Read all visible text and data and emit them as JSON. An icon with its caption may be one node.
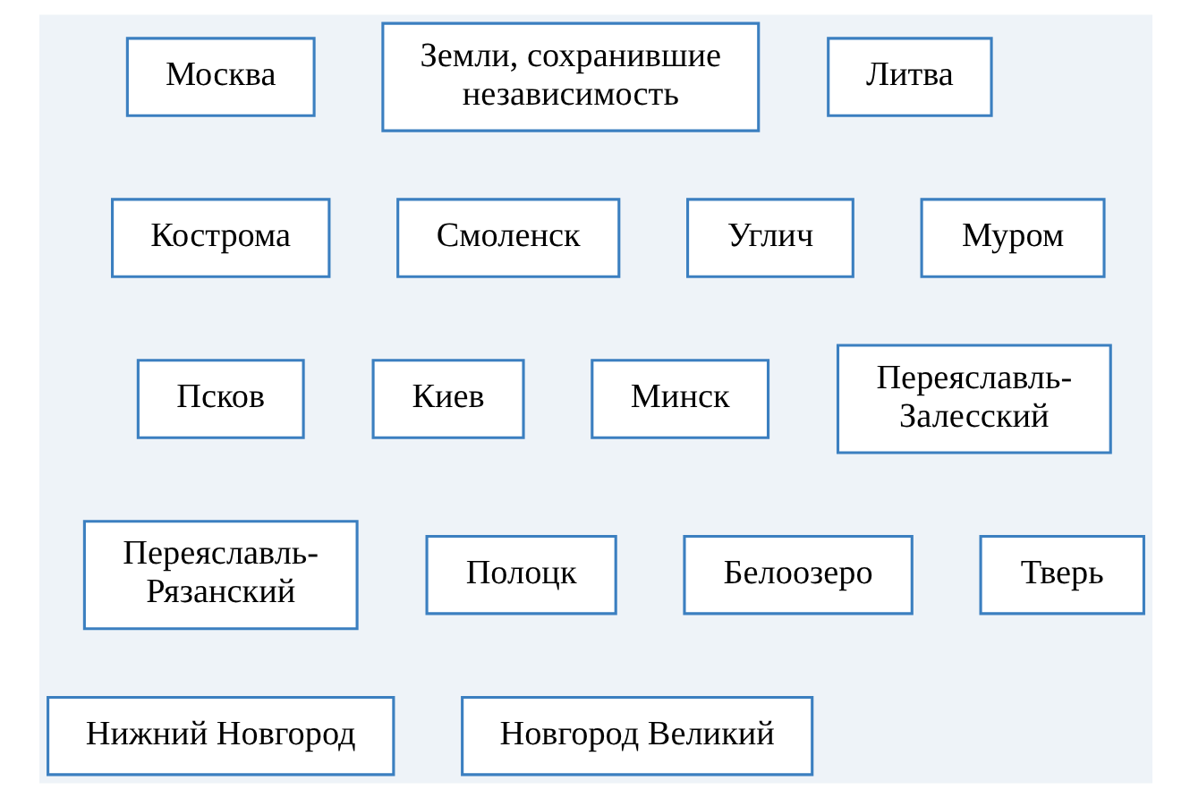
{
  "diagram": {
    "nodes": [
      {
        "text": [
          "Москва"
        ]
      },
      {
        "text": [
          "Земли, сохранившие независимость"
        ]
      },
      {
        "text": [
          "Литва"
        ]
      },
      {
        "text": [
          "Кострома"
        ]
      },
      {
        "text": [
          "Смоленск"
        ]
      },
      {
        "text": [
          "Углич"
        ]
      },
      {
        "text": [
          "Муром"
        ]
      },
      {
        "text": [
          "Псков"
        ]
      },
      {
        "text": [
          "Киев"
        ]
      },
      {
        "text": [
          "Минск"
        ]
      },
      {
        "text": [
          "Переяславль-Залесский"
        ]
      },
      {
        "text": [
          "Переяславль-Рязанский"
        ]
      },
      {
        "text": [
          "Полоцк"
        ]
      },
      {
        "text": [
          "Белоозеро"
        ]
      },
      {
        "text": [
          "Тверь"
        ]
      },
      {
        "text": [
          "Нижний Новгород"
        ]
      },
      {
        "text": [
          "Новгород Великий"
        ]
      }
    ]
  }
}
